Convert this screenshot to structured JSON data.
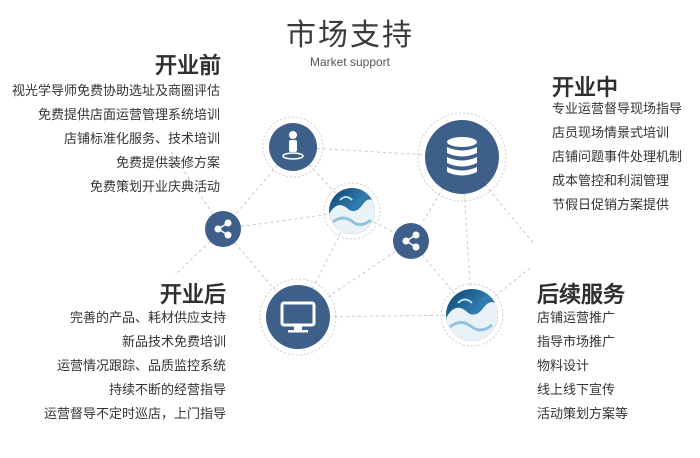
{
  "header": {
    "title": "市场支持",
    "subtitle": "Market support"
  },
  "sections": [
    {
      "heading": "开业前",
      "items": [
        "视光学导师免费协助选址及商圈评估",
        "免费提供店面运营管理系统培训",
        "店铺标准化服务、技术培训",
        "免费提供装修方案",
        "免费策划开业庆典活动"
      ]
    },
    {
      "heading": "开业中",
      "items": [
        "专业运营督导现场指导",
        "店员现场情景式培训",
        "店铺问题事件处理机制",
        "成本管控和利润管理",
        "节假日促销方案提供"
      ]
    },
    {
      "heading": "开业后",
      "items": [
        "完善的产品、耗材供应支持",
        "新品技术免费培训",
        "运营情况跟踪、品质监控系统",
        "持续不断的经营指导",
        "运营督导不定时巡店，上门指导"
      ]
    },
    {
      "heading": "后续服务",
      "items": [
        "店铺运营推广",
        "指导市场推广",
        "物料设计",
        "线上线下宣传",
        "活动策划方案等"
      ]
    }
  ],
  "icons": {
    "person": "person-pin-icon",
    "database": "database-icon",
    "share": "share-icon",
    "monitor": "monitor-icon",
    "wave": "wave-image"
  },
  "colors": {
    "accent": "#3e5f8a",
    "line": "#c9c9c9",
    "ring": "#d0d0d0"
  }
}
